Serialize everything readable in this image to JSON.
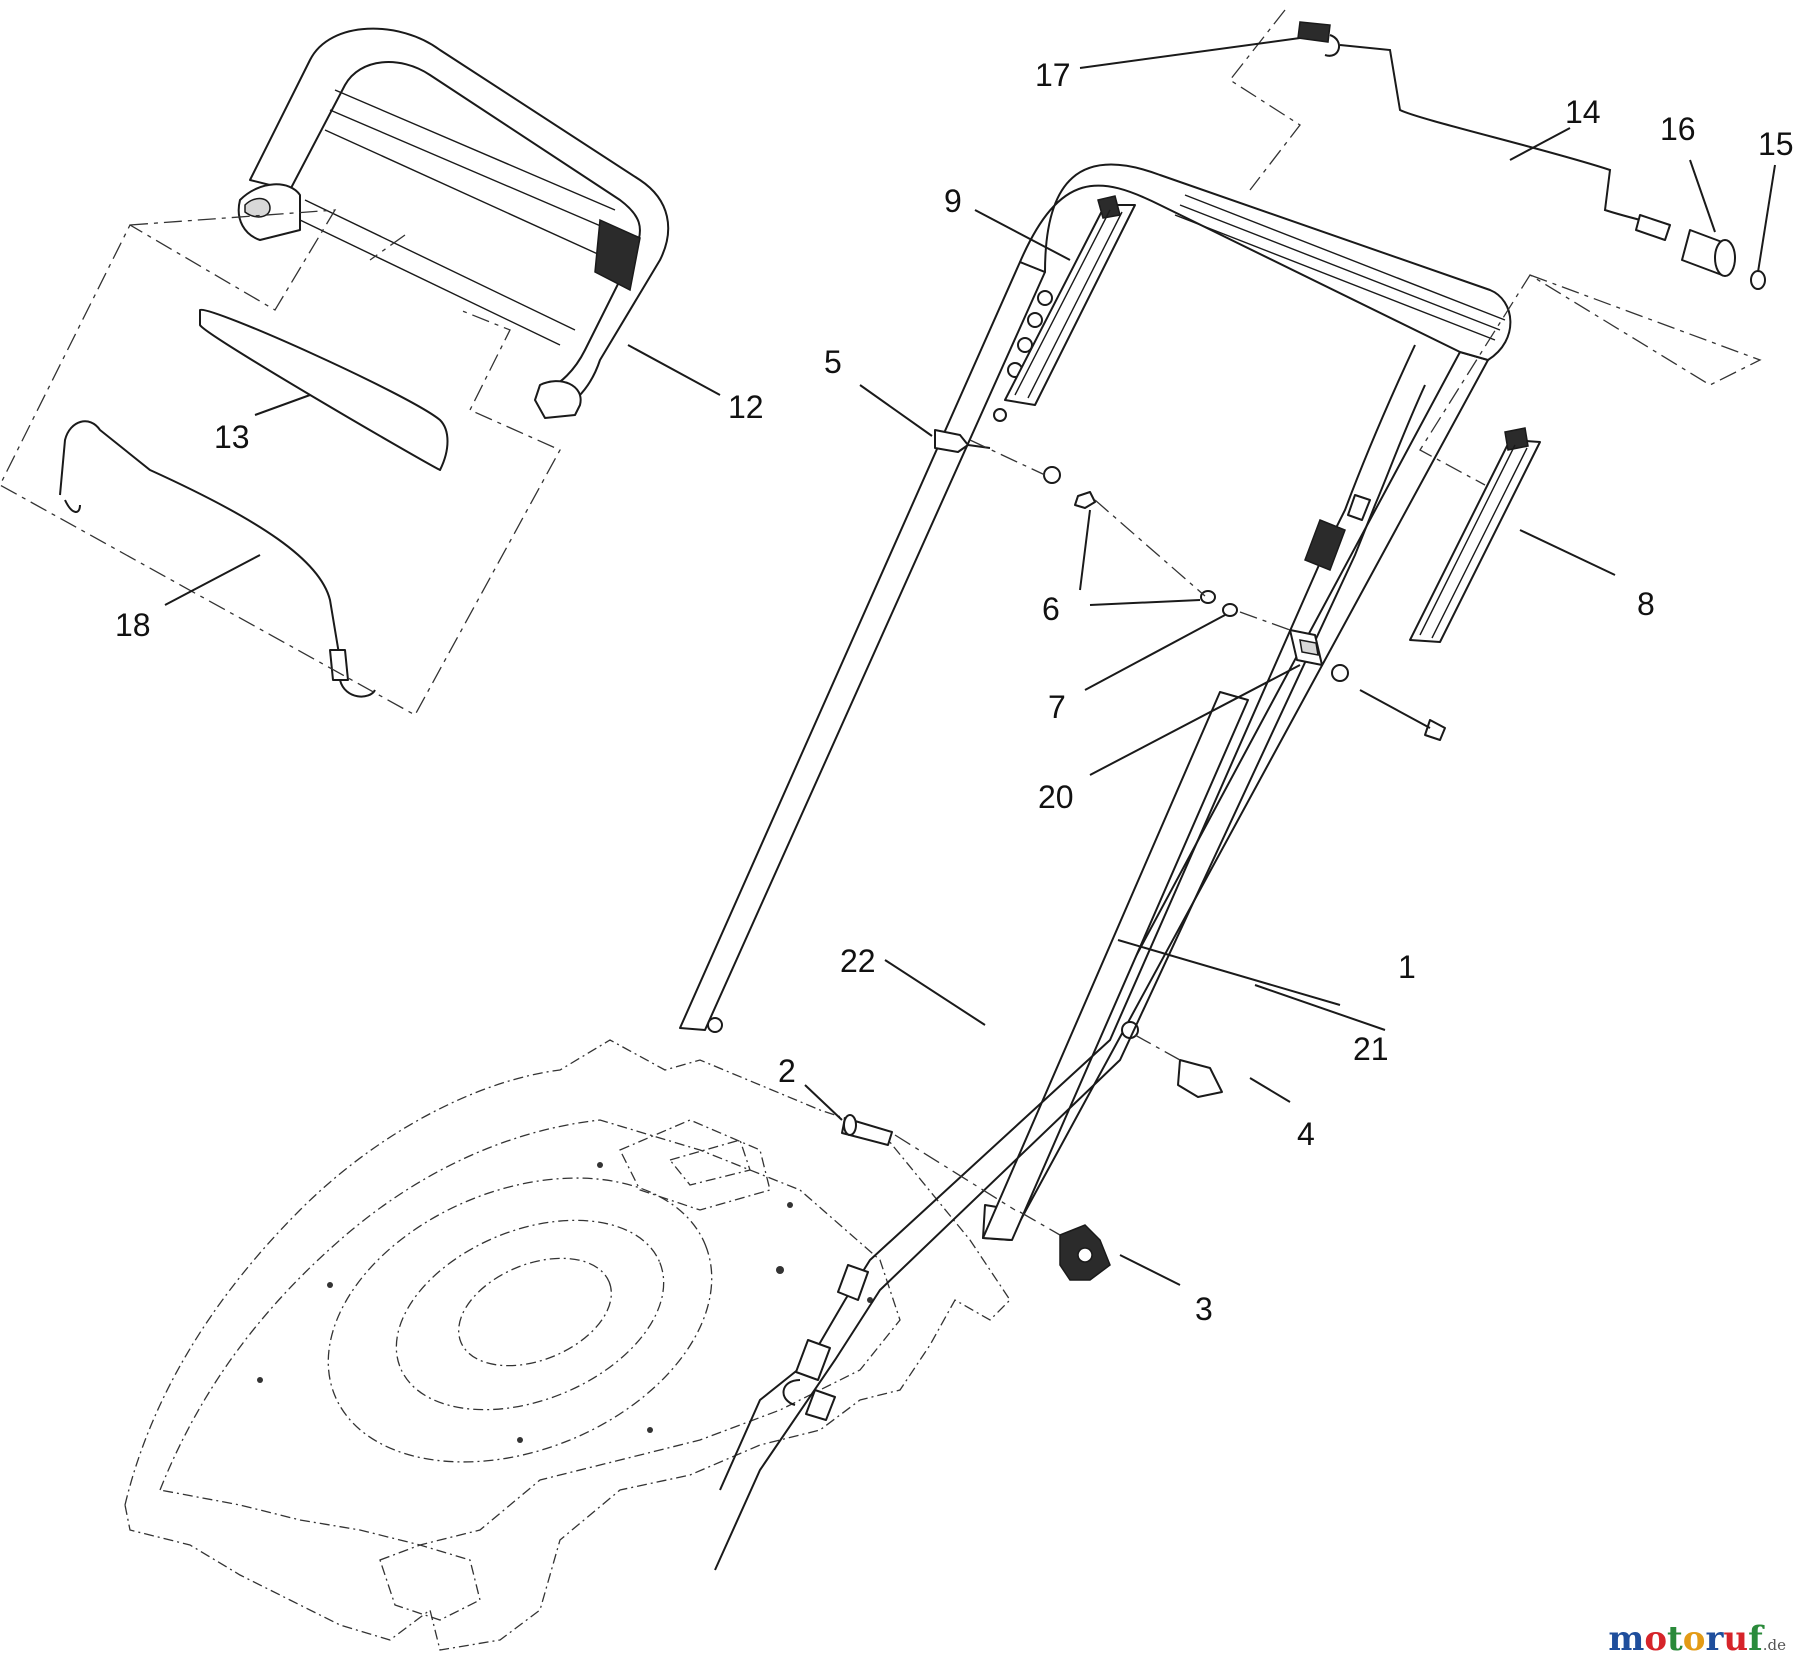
{
  "callouts": [
    {
      "id": "1",
      "label": "1"
    },
    {
      "id": "2",
      "label": "2"
    },
    {
      "id": "3",
      "label": "3"
    },
    {
      "id": "4",
      "label": "4"
    },
    {
      "id": "5",
      "label": "5"
    },
    {
      "id": "6",
      "label": "6"
    },
    {
      "id": "7",
      "label": "7"
    },
    {
      "id": "8",
      "label": "8"
    },
    {
      "id": "9",
      "label": "9"
    },
    {
      "id": "12",
      "label": "12"
    },
    {
      "id": "13",
      "label": "13"
    },
    {
      "id": "14",
      "label": "14"
    },
    {
      "id": "15",
      "label": "15"
    },
    {
      "id": "16",
      "label": "16"
    },
    {
      "id": "17",
      "label": "17"
    },
    {
      "id": "18",
      "label": "18"
    },
    {
      "id": "20",
      "label": "20"
    },
    {
      "id": "21",
      "label": "21"
    },
    {
      "id": "22",
      "label": "22"
    }
  ],
  "watermark": {
    "letters": [
      "m",
      "o",
      "t",
      "o",
      "r",
      "u",
      "f"
    ],
    "letter_colors": [
      "#1f4e9c",
      "#d6242a",
      "#2a8a3a",
      "#e39b16",
      "#1f4e9c",
      "#d6242a",
      "#2a8a3a"
    ],
    "tld": ".de"
  }
}
